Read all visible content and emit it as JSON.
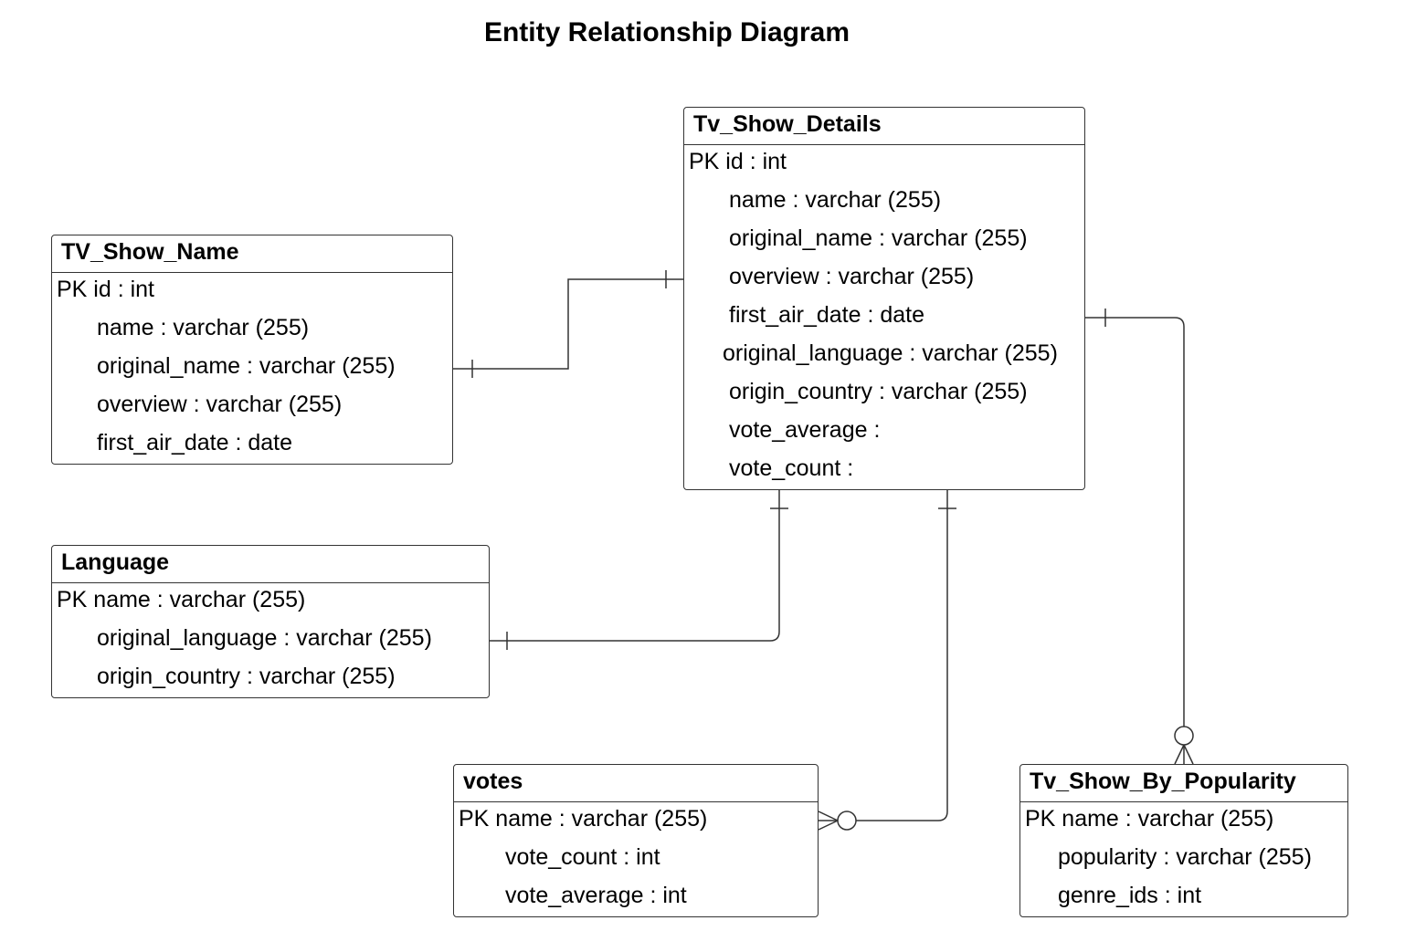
{
  "title": "Entity Relationship Diagram",
  "entities": {
    "tv_show_name": {
      "name": "TV_Show_Name",
      "attributes": [
        {
          "text": "PK id : int",
          "pk": true
        },
        {
          "text": "name : varchar (255)",
          "pk": false
        },
        {
          "text": "original_name : varchar (255)",
          "pk": false
        },
        {
          "text": "overview : varchar (255)",
          "pk": false
        },
        {
          "text": "first_air_date : date",
          "pk": false
        }
      ]
    },
    "language": {
      "name": "Language",
      "attributes": [
        {
          "text": "PK name : varchar (255)",
          "pk": true
        },
        {
          "text": "original_language : varchar (255)",
          "pk": false
        },
        {
          "text": "origin_country : varchar (255)",
          "pk": false
        }
      ]
    },
    "tv_show_details": {
      "name": "Tv_Show_Details",
      "attributes": [
        {
          "text": "PK id : int",
          "pk": true
        },
        {
          "text": "name : varchar (255)",
          "pk": false
        },
        {
          "text": "original_name : varchar (255)",
          "pk": false
        },
        {
          "text": "overview : varchar (255)",
          "pk": false
        },
        {
          "text": "first_air_date : date",
          "pk": false
        },
        {
          "text": "original_language : varchar (255)",
          "pk": false
        },
        {
          "text": "origin_country : varchar (255)",
          "pk": false
        },
        {
          "text": "vote_average :",
          "pk": false
        },
        {
          "text": "vote_count :",
          "pk": false
        }
      ]
    },
    "votes": {
      "name": "votes",
      "attributes": [
        {
          "text": "PK name : varchar (255)",
          "pk": true
        },
        {
          "text": "vote_count : int",
          "pk": false
        },
        {
          "text": "vote_average : int",
          "pk": false
        }
      ]
    },
    "tv_show_by_popularity": {
      "name": "Tv_Show_By_Popularity",
      "attributes": [
        {
          "text": "PK name : varchar (255)",
          "pk": true
        },
        {
          "text": "popularity : varchar (255)",
          "pk": false
        },
        {
          "text": "genre_ids : int",
          "pk": false
        }
      ]
    }
  },
  "relationships": [
    {
      "from": "TV_Show_Name",
      "to": "Tv_Show_Details",
      "from_cardinality": "one",
      "to_cardinality": "one"
    },
    {
      "from": "Language",
      "to": "Tv_Show_Details",
      "from_cardinality": "one",
      "to_cardinality": "one"
    },
    {
      "from": "votes",
      "to": "Tv_Show_Details",
      "from_cardinality": "zero-or-many",
      "to_cardinality": "one"
    },
    {
      "from": "Tv_Show_By_Popularity",
      "to": "Tv_Show_Details",
      "from_cardinality": "zero-or-many",
      "to_cardinality": "one"
    }
  ],
  "colors": {
    "line": "#333333",
    "background": "#ffffff",
    "text": "#000000"
  }
}
